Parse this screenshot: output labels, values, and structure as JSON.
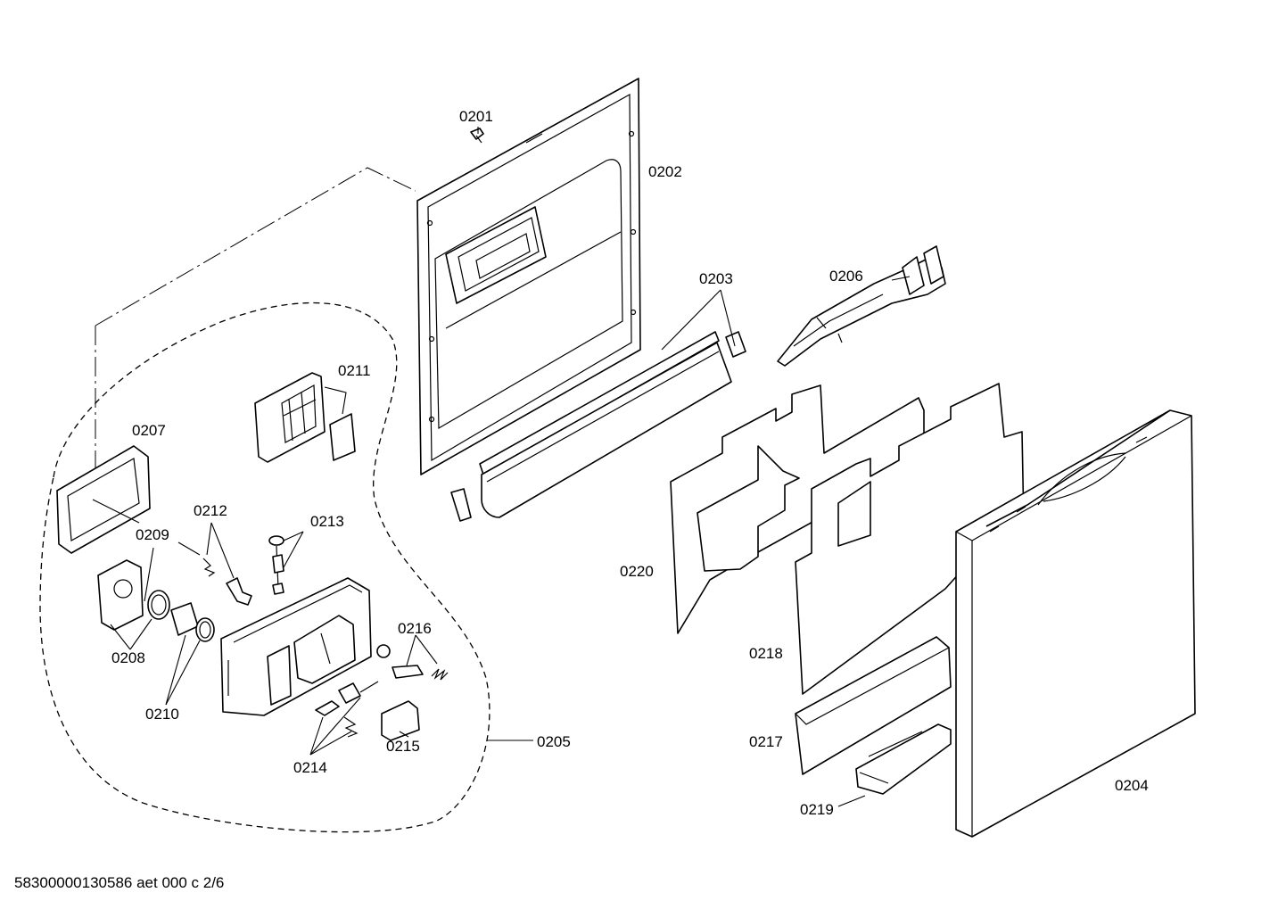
{
  "labels": {
    "p0201": "0201",
    "p0202": "0202",
    "p0203": "0203",
    "p0204": "0204",
    "p0205": "0205",
    "p0206": "0206",
    "p0207": "0207",
    "p0208": "0208",
    "p0209": "0209",
    "p0210": "0210",
    "p0211": "0211",
    "p0212": "0212",
    "p0213": "0213",
    "p0214": "0214",
    "p0215": "0215",
    "p0216": "0216",
    "p0217": "0217",
    "p0218": "0218",
    "p0219": "0219",
    "p0220": "0220"
  },
  "footer": "58300000130586 aet 000 c 2/6"
}
